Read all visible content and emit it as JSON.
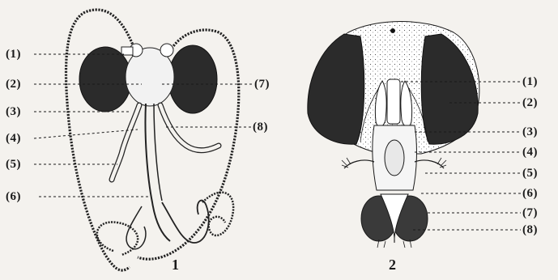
{
  "figure1": {
    "number": "1",
    "labels": [
      "(1)",
      "(2)",
      "(3)",
      "(4)",
      "(5)",
      "(6)",
      "(7)",
      "(8)"
    ]
  },
  "figure2": {
    "number": "2",
    "labels": [
      "(1)",
      "(2)",
      "(3)",
      "(4)",
      "(5)",
      "(6)",
      "(7)",
      "(8)"
    ]
  },
  "colors": {
    "ink": "#1a1a1a",
    "eye_fill": "#2b2b2b",
    "paper": "#f4f2ee"
  }
}
